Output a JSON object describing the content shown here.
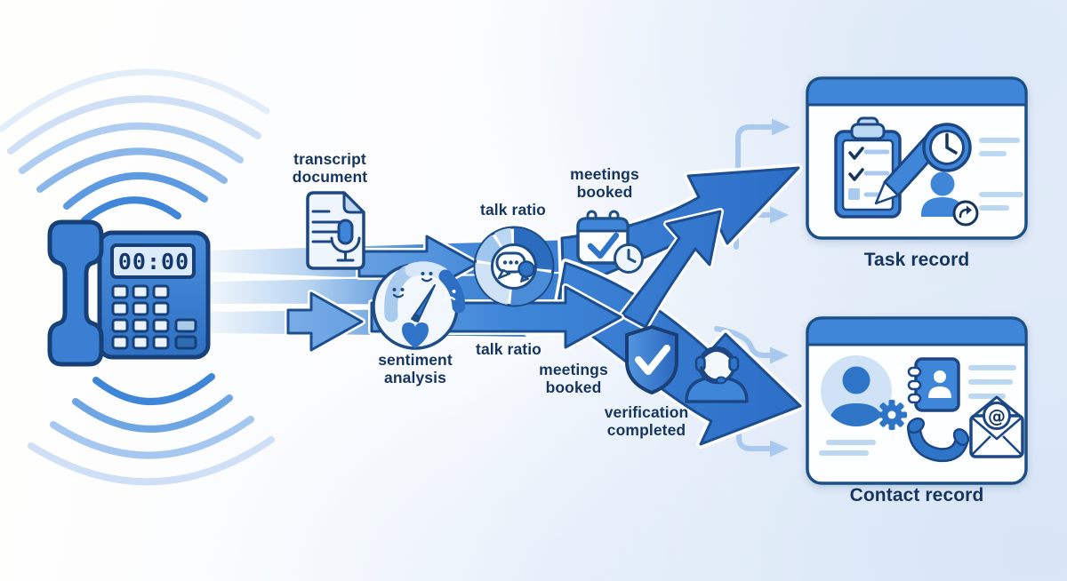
{
  "colors": {
    "arrow_primary": "#3f86d8",
    "arrow_dark": "#2d6ec6",
    "outline_navy": "#1c4e8c",
    "light_blue": "#bcd7f2",
    "pale_blue": "#eaf2fb",
    "thin_arrow": "#a9c9ee",
    "label_text": "#16355e",
    "card_header": "#3f86d8"
  },
  "phone": {
    "display_time": "00:00"
  },
  "labels": {
    "transcript_document": "transcript document",
    "talk_ratio_top": "talk ratio",
    "meetings_booked_top": "meetings booked",
    "sentiment_analysis": "sentiment analysis",
    "talk_ratio_bottom": "talk ratio",
    "meetings_booked_bottom": "meetings booked",
    "verification_completed": "verification completed"
  },
  "cards": {
    "task": {
      "title": "Task record"
    },
    "contact": {
      "title": "Contact record",
      "at_symbol": "@"
    }
  },
  "icons": {
    "left": [
      "sound-waves",
      "desk-phone-icon"
    ],
    "flow": [
      "transcript-document-icon",
      "microphone-icon",
      "sentiment-gauge-icon",
      "heart-icon",
      "talk-ratio-donut-icon",
      "speech-bubbles-icon",
      "calendar-check-icon",
      "clock-badge-icon",
      "shield-check-icon",
      "support-agent-icon"
    ],
    "task_card": [
      "clipboard-checklist-icon",
      "pencil-icon",
      "clock-icon",
      "user-forward-icon"
    ],
    "contact_card": [
      "avatar-icon",
      "gear-icon",
      "address-book-icon",
      "phone-handset-icon",
      "email-at-icon"
    ]
  }
}
